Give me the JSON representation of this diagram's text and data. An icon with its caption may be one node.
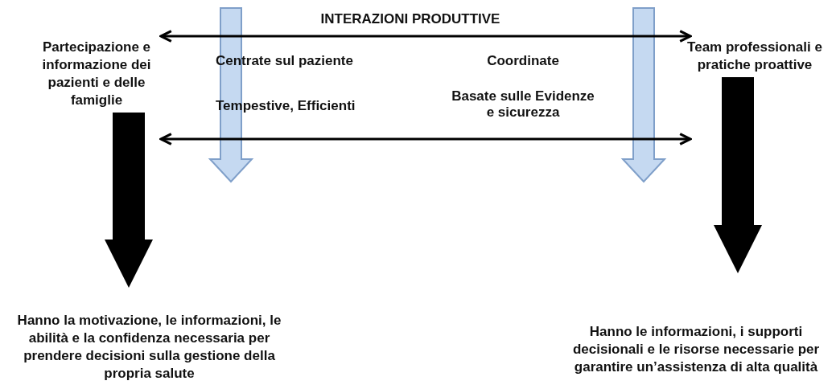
{
  "diagram": {
    "title": "INTERAZIONI PRODUTTIVE",
    "nodes": [
      {
        "text": [
          "Partecipazione e informazione dei pazienti e delle famiglie"
        ]
      },
      {
        "text": [
          "Team professionali e pratiche proattive"
        ]
      },
      {
        "text": [
          "Hanno la motivazione, le informazioni, le abilità e la confidenza necessaria per prendere decisioni sulla gestione della propria salute"
        ]
      },
      {
        "text": [
          "Hanno le informazioni, i supporti decisionali e le risorse necessarie per garantire un’assistenza di alta qualità"
        ]
      }
    ],
    "edges": [
      {
        "from": 0,
        "to": 1,
        "arrow": "both"
      },
      {
        "from": 0,
        "to": 1,
        "arrow": "both"
      },
      {
        "from": 0,
        "to": 2,
        "arrow": "to",
        "style": "thick"
      },
      {
        "from": 1,
        "to": 3,
        "arrow": "to",
        "style": "thick"
      }
    ],
    "labels": [
      "Centrate sul paziente",
      "Coordinate",
      "Tempestive, Efficienti",
      "Basate sulle Evidenze e sicurezza"
    ]
  }
}
